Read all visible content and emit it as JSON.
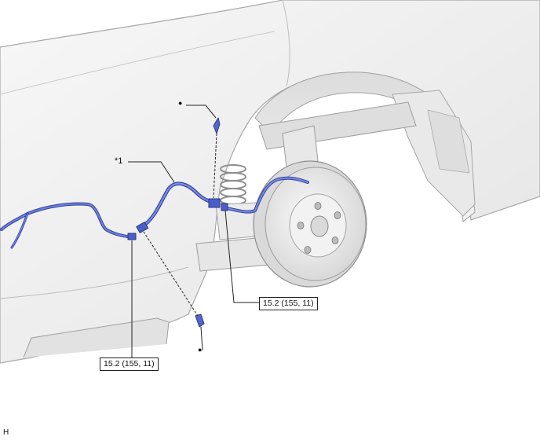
{
  "labels": {
    "part_callout": "*1",
    "page_code": "H"
  },
  "torque_specs": [
    {
      "value": "15.2 (155, 11)"
    },
    {
      "value": "15.2 (155, 11)"
    }
  ],
  "markers": {
    "bullet_symbol": "●"
  },
  "colors": {
    "brake_line": "#4a5fc8",
    "brake_line_dark": "#2f3f9a",
    "body_outline": "#9a9a9a",
    "body_fill": "#eeeeee"
  }
}
